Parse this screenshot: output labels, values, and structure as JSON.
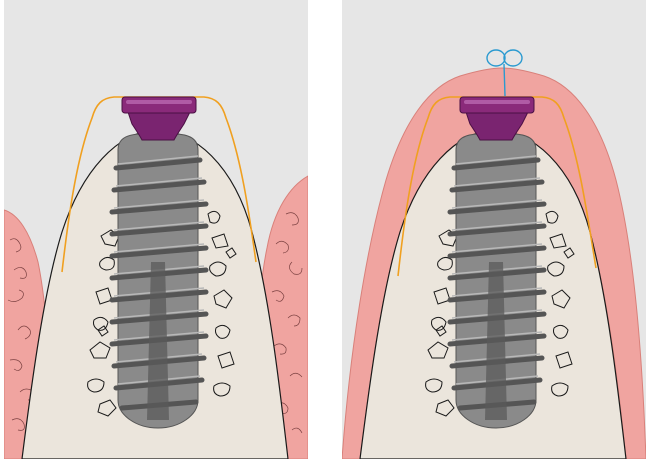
{
  "figure": {
    "panels": [
      {
        "id": "left",
        "stage": "before-closure",
        "gingiva": "retracted-sides",
        "suture": false
      },
      {
        "id": "right",
        "stage": "after-closure",
        "gingiva": "covering",
        "suture": true
      }
    ]
  },
  "colors": {
    "background": "#e6e6e6",
    "bone": "#ebe5dc",
    "gingiva": "#f0a4a0",
    "gingiva_edge": "#d9807a",
    "membrane": "#f0a020",
    "implant_body": "#8a8a8a",
    "implant_dark": "#555555",
    "cover_screw": "#8a2a7a",
    "suture": "#2a9ad0",
    "outline": "#1a1a1a"
  },
  "icons": [
    "dental-implant-icon",
    "cover-screw-icon",
    "bone-graft-particles",
    "barrier-membrane",
    "gingiva-flap",
    "suture-knot-icon"
  ]
}
